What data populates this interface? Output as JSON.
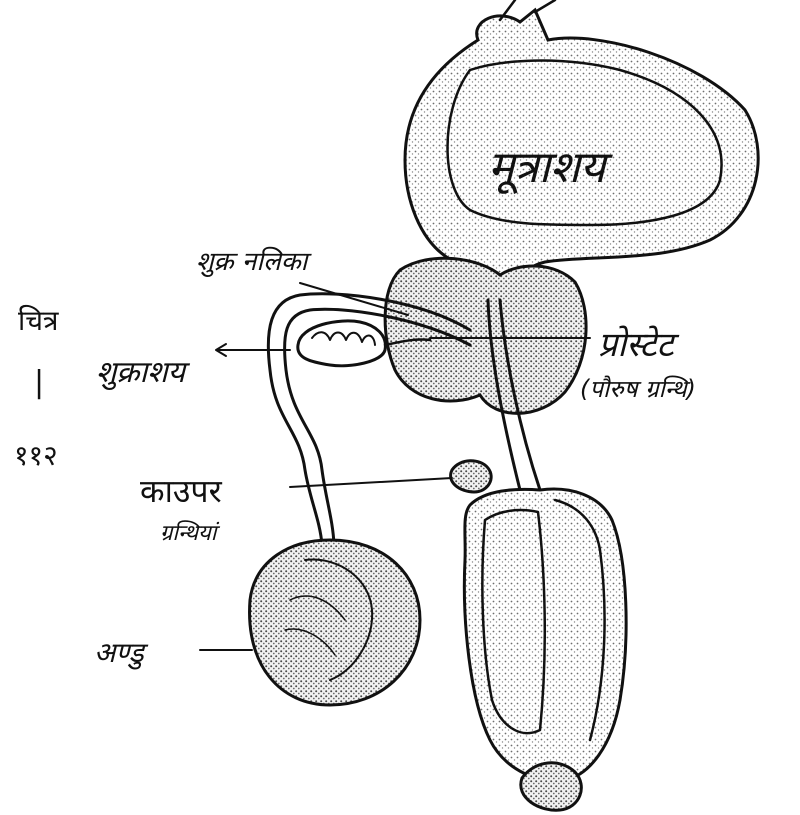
{
  "figure": {
    "caption_word": "चित्र",
    "caption_bar": "|",
    "caption_number": "११२"
  },
  "labels": {
    "bladder": "मूत्राशय",
    "vas_deferens": "शुक्र नलिका",
    "prostate": "प्रोस्टेट",
    "prostate_gland": "(पौरुष ग्रन्थि)",
    "seminal_vesicle": "शुक्राशय",
    "cowper": "काउपर",
    "cowper_gland": "ग्रन्थियां",
    "testis": "अण्डु"
  },
  "colors": {
    "ink": "#111111",
    "stipple": "#8a8a8a",
    "paper": "#ffffff"
  }
}
